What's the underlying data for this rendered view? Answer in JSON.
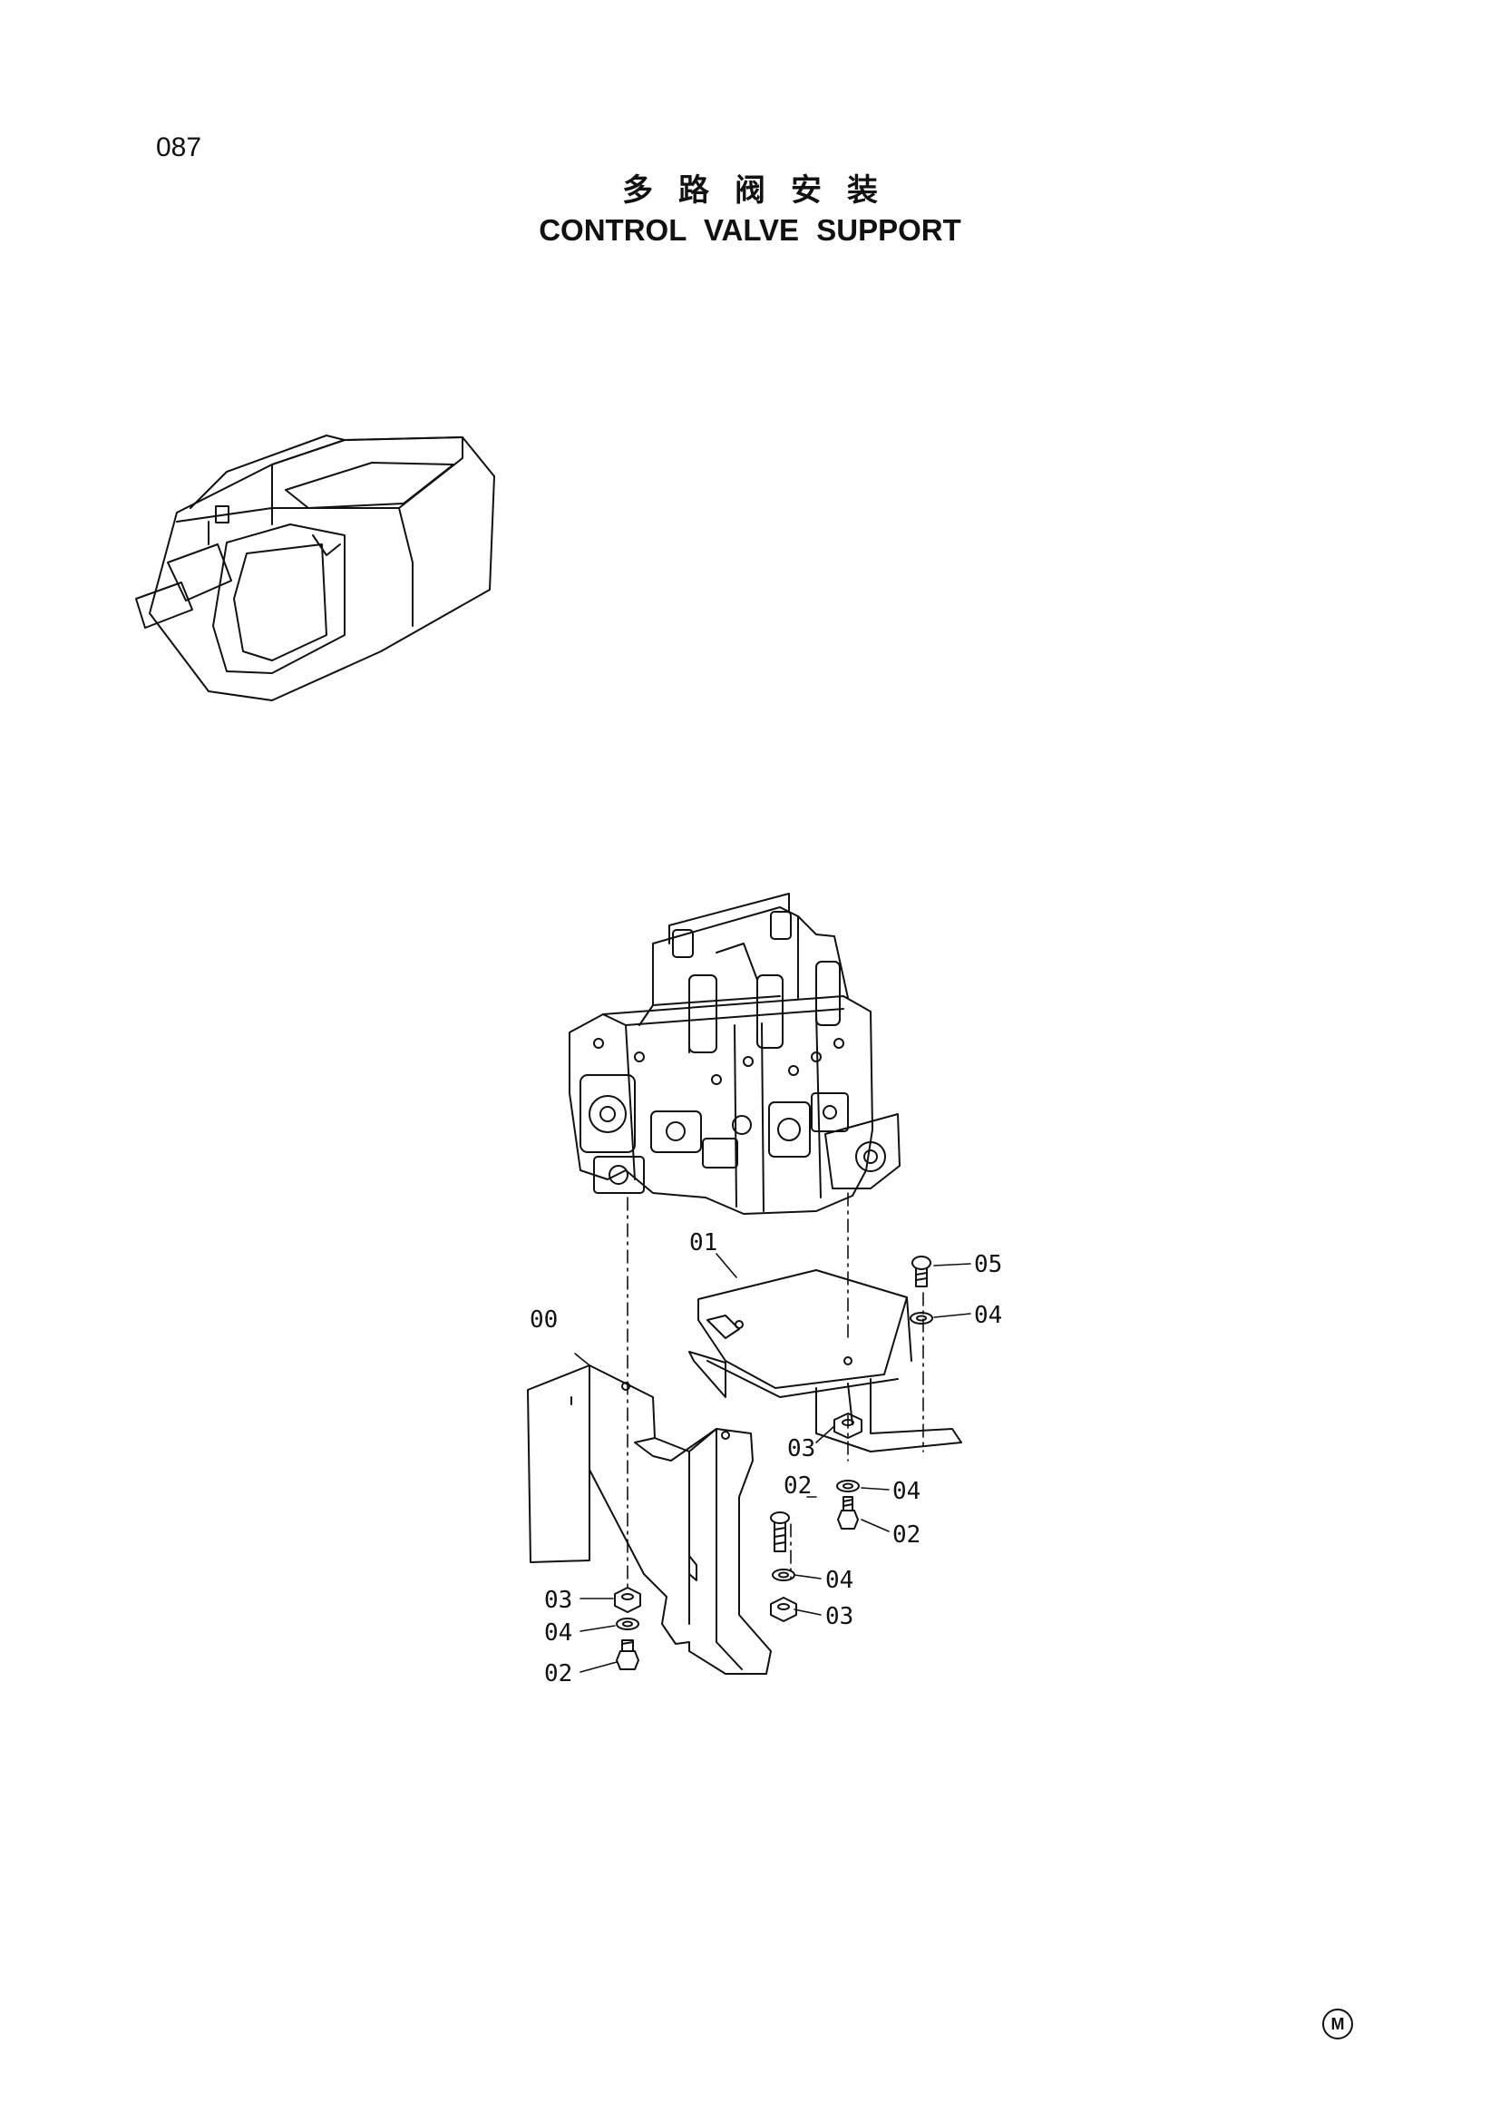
{
  "page": {
    "number": "087",
    "title_cn": "多路阀安装",
    "title_en": "CONTROL VALVE SUPPORT",
    "corner_mark": "M"
  },
  "callouts": {
    "c00": "00",
    "c01": "01",
    "c05": "05",
    "c04_top": "04",
    "c03_mid": "03",
    "c02_mid": "02",
    "c04_mid": "04",
    "c02_right": "02",
    "c04_low": "04",
    "c03_low": "03",
    "c03_left": "03",
    "c04_left": "04",
    "c02_left": "02"
  }
}
